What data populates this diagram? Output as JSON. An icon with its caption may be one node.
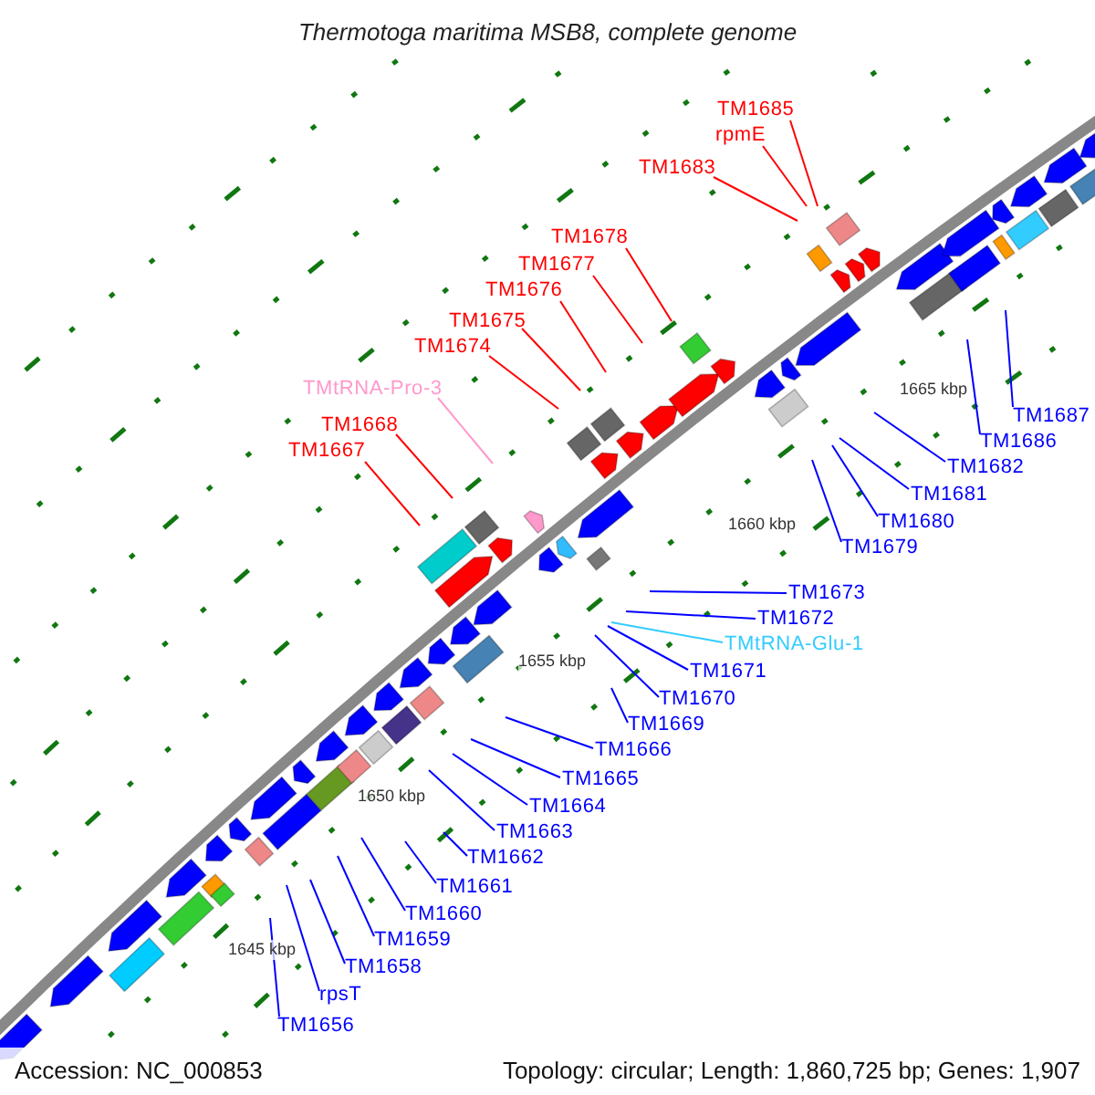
{
  "diagram": {
    "title": "Thermotoga maritima MSB8, complete genome",
    "nodes": [
      {
        "text": [
          "TM1685"
        ]
      },
      {
        "text": [
          "rpmE"
        ]
      },
      {
        "text": [
          "TM1683"
        ]
      },
      {
        "text": [
          "TM1678"
        ]
      },
      {
        "text": [
          "TM1677"
        ]
      },
      {
        "text": [
          "TM1676"
        ]
      },
      {
        "text": [
          "TM1675"
        ]
      },
      {
        "text": [
          "TM1674"
        ]
      },
      {
        "text": [
          "TMtRNA-Pro-3"
        ]
      },
      {
        "text": [
          "TM1668"
        ]
      },
      {
        "text": [
          "TM1667"
        ]
      },
      {
        "text": [
          "TM1687"
        ]
      },
      {
        "text": [
          "TM1686"
        ]
      },
      {
        "text": [
          "TM1682"
        ]
      },
      {
        "text": [
          "TM1681"
        ]
      },
      {
        "text": [
          "TM1680"
        ]
      },
      {
        "text": [
          "TM1679"
        ]
      },
      {
        "text": [
          "TM1673"
        ]
      },
      {
        "text": [
          "TM1672"
        ]
      },
      {
        "text": [
          "TMtRNA-Glu-1"
        ]
      },
      {
        "text": [
          "TM1671"
        ]
      },
      {
        "text": [
          "TM1670"
        ]
      },
      {
        "text": [
          "TM1669"
        ]
      },
      {
        "text": [
          "TM1666"
        ]
      },
      {
        "text": [
          "TM1665"
        ]
      },
      {
        "text": [
          "TM1664"
        ]
      },
      {
        "text": [
          "TM1663"
        ]
      },
      {
        "text": [
          "TM1662"
        ]
      },
      {
        "text": [
          "TM1661"
        ]
      },
      {
        "text": [
          "TM1660"
        ]
      },
      {
        "text": [
          "TM1659"
        ]
      },
      {
        "text": [
          "TM1658"
        ]
      },
      {
        "text": [
          "rpsT"
        ]
      },
      {
        "text": [
          "TM1656"
        ]
      }
    ],
    "edges": [
      {
        "from": 0,
        "to": null,
        "arrow": "none",
        "color": "#ff0000"
      },
      {
        "from": 1,
        "to": null,
        "arrow": "none",
        "color": "#ff0000"
      },
      {
        "from": 2,
        "to": null,
        "arrow": "none",
        "color": "#ff0000"
      },
      {
        "from": 3,
        "to": null,
        "arrow": "none",
        "color": "#ff0000"
      },
      {
        "from": 4,
        "to": null,
        "arrow": "none",
        "color": "#ff0000"
      },
      {
        "from": 5,
        "to": null,
        "arrow": "none",
        "color": "#ff0000"
      },
      {
        "from": 6,
        "to": null,
        "arrow": "none",
        "color": "#ff0000"
      },
      {
        "from": 7,
        "to": null,
        "arrow": "none",
        "color": "#ff0000"
      },
      {
        "from": 8,
        "to": null,
        "arrow": "none",
        "color": "#ff99cc"
      },
      {
        "from": 9,
        "to": null,
        "arrow": "none",
        "color": "#ff0000"
      },
      {
        "from": 10,
        "to": null,
        "arrow": "none",
        "color": "#ff0000"
      },
      {
        "from": 11,
        "to": null,
        "arrow": "none"
      },
      {
        "from": 12,
        "to": null,
        "arrow": "none"
      },
      {
        "from": 13,
        "to": null,
        "arrow": "none"
      },
      {
        "from": 14,
        "to": null,
        "arrow": "none"
      },
      {
        "from": 15,
        "to": null,
        "arrow": "none"
      },
      {
        "from": 16,
        "to": null,
        "arrow": "none"
      },
      {
        "from": 17,
        "to": null,
        "arrow": "none"
      },
      {
        "from": 18,
        "to": null,
        "arrow": "none"
      },
      {
        "from": 19,
        "to": null,
        "arrow": "none",
        "color": "#33ccff"
      },
      {
        "from": 20,
        "to": null,
        "arrow": "none"
      },
      {
        "from": 21,
        "to": null,
        "arrow": "none"
      },
      {
        "from": 22,
        "to": null,
        "arrow": "none"
      },
      {
        "from": 23,
        "to": null,
        "arrow": "none"
      },
      {
        "from": 24,
        "to": null,
        "arrow": "none"
      },
      {
        "from": 25,
        "to": null,
        "arrow": "none"
      },
      {
        "from": 26,
        "to": null,
        "arrow": "none"
      },
      {
        "from": 27,
        "to": null,
        "arrow": "none"
      },
      {
        "from": 28,
        "to": null,
        "arrow": "none"
      },
      {
        "from": 29,
        "to": null,
        "arrow": "none"
      },
      {
        "from": 30,
        "to": null,
        "arrow": "none"
      },
      {
        "from": 31,
        "to": null,
        "arrow": "none"
      },
      {
        "from": 32,
        "to": null,
        "arrow": "none"
      },
      {
        "from": 33,
        "to": null,
        "arrow": "none"
      }
    ],
    "labels": [
      "1665 kbp",
      "1660 kbp",
      "1655 kbp",
      "1650 kbp",
      "1645 kbp",
      "Accession: NC_000853",
      "Topology: circular; Length: 1,860,725 bp; Genes: 1,907"
    ]
  }
}
